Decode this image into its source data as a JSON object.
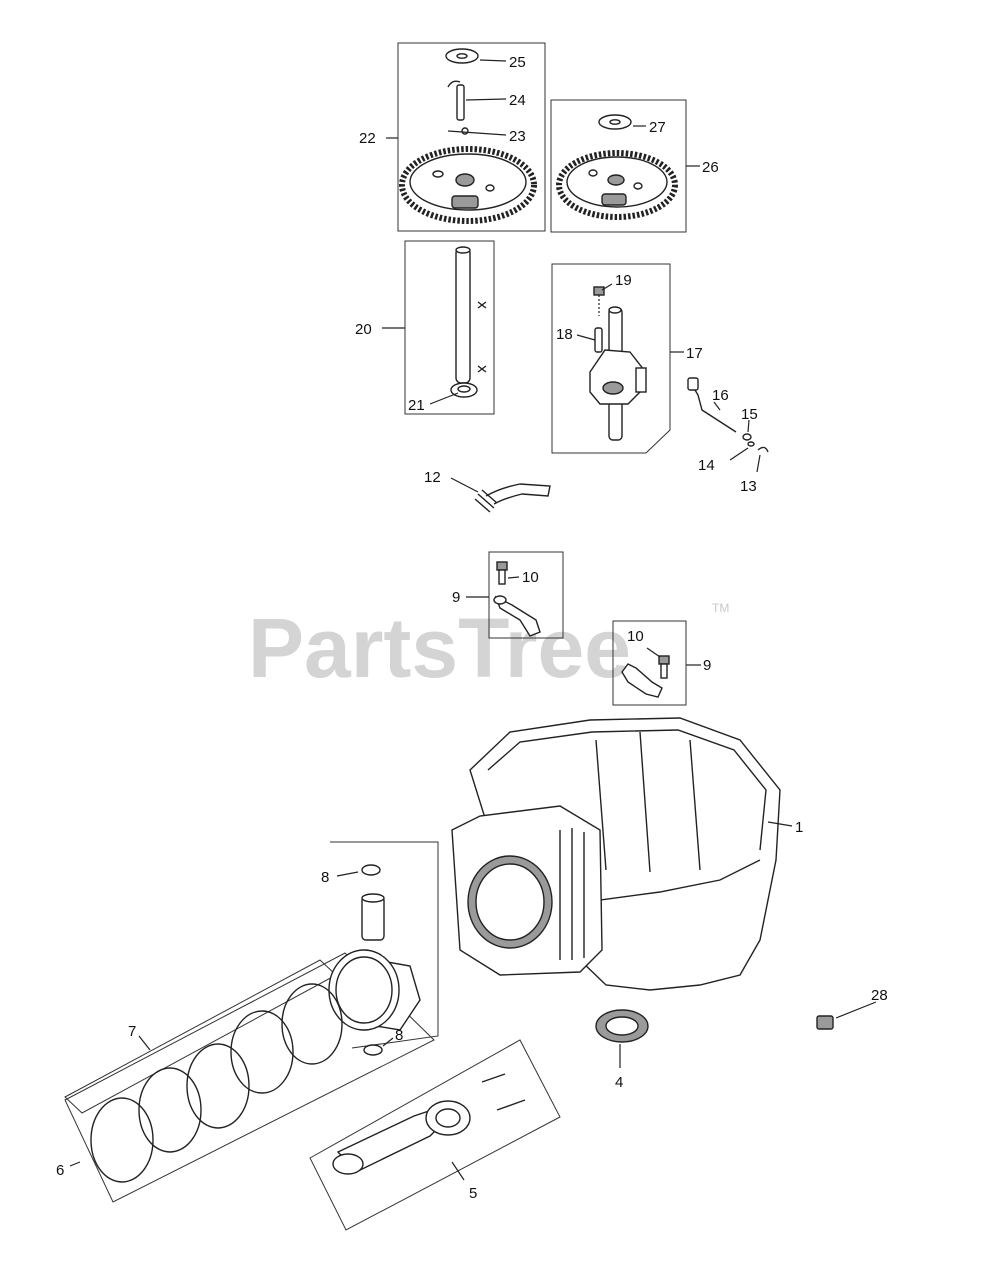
{
  "watermark": {
    "text": "PartsTree",
    "trademark": "TM"
  },
  "callouts": {
    "c1": "1",
    "c4": "4",
    "c5": "5",
    "c6": "6",
    "c7": "7",
    "c8a": "8",
    "c8b": "8",
    "c9a": "9",
    "c9b": "9",
    "c10a": "10",
    "c10b": "10",
    "c12": "12",
    "c13": "13",
    "c14": "14",
    "c15": "15",
    "c16": "16",
    "c17": "17",
    "c18": "18",
    "c19": "19",
    "c20": "20",
    "c21": "21",
    "c22": "22",
    "c23": "23",
    "c24": "24",
    "c25": "25",
    "c26": "26",
    "c27": "27",
    "c28": "28"
  }
}
